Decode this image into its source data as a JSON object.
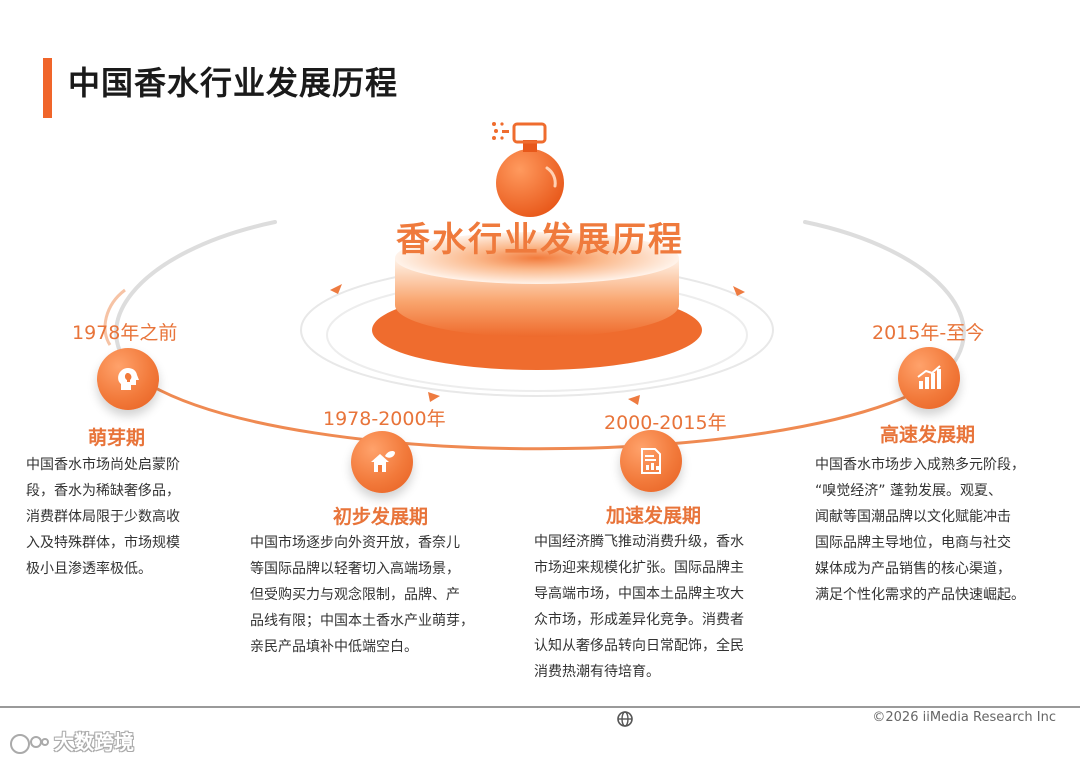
{
  "header": {
    "title": "中国香水行业发展历程"
  },
  "center": {
    "title": "香水行业发展历程"
  },
  "stages": [
    {
      "period": "1978年之前",
      "phase": "萌芽期",
      "icon": "lightbulb-head-icon",
      "lines": [
        "中国香水市场尚处启蒙阶",
        "段，香水为稀缺奢侈品，",
        "消费群体局限于少数高收",
        "入及特殊群体，市场规模",
        "极小且渗透率极低。"
      ]
    },
    {
      "period": "1978-2000年",
      "phase": "初步发展期",
      "icon": "house-leaf-icon",
      "lines": [
        "中国市场逐步向外资开放，香奈儿",
        "等国际品牌以轻奢切入高端场景，",
        "但受购买力与观念限制，品牌、产",
        "品线有限；中国本土香水产业萌芽，",
        "亲民产品填补中低端空白。"
      ]
    },
    {
      "period": "2000-2015年",
      "phase": "加速发展期",
      "icon": "document-chart-icon",
      "lines": [
        "中国经济腾飞推动消费升级，香水",
        "市场迎来规模化扩张。国际品牌主",
        "导高端市场，中国本土品牌主攻大",
        "众市场，形成差异化竞争。消费者",
        "认知从奢侈品转向日常配饰，全民",
        "消费热潮有待培育。"
      ]
    },
    {
      "period": "2015年-至今",
      "phase": "高速发展期",
      "icon": "bar-chart-growth-icon",
      "lines": [
        "中国香水市场步入成熟多元阶段，",
        "“嗅觉经济” 蓬勃发展。观夏、",
        "闻献等国潮品牌以文化赋能冲击",
        "国际品牌主导地位，电商与社交",
        "媒体成为产品销售的核心渠道，",
        "满足个性化需求的产品快速崛起。"
      ]
    }
  ],
  "footer": {
    "copyright": "©2026  iiMedia Research Inc",
    "globe_icon": "globe-icon"
  },
  "watermark": {
    "text": "大数跨境",
    "logo_icon": "watermark-logo-icon"
  },
  "colors": {
    "accent": "#f0652a",
    "orange_text": "#e8743a",
    "body_text": "#333333"
  }
}
